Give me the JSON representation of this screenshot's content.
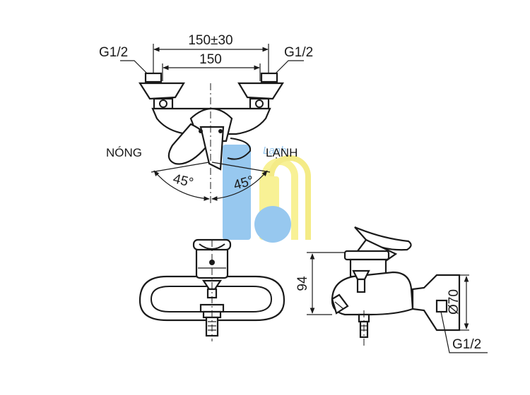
{
  "dimensions": {
    "top_overall": "150±30",
    "top_inner": "150",
    "height": "94",
    "diameter": "Ø70"
  },
  "thread_labels": {
    "top_left": "G1/2",
    "top_right": "G1/2",
    "side": "G1/2"
  },
  "handle_labels": {
    "hot": "NÓNG",
    "cold": "LẠNH"
  },
  "angles": {
    "left": "45°",
    "right": "45°"
  },
  "watermark": {
    "text": "Lạnh",
    "color_blue": "#8cc3ee",
    "color_yellow": "#f8f08a"
  }
}
